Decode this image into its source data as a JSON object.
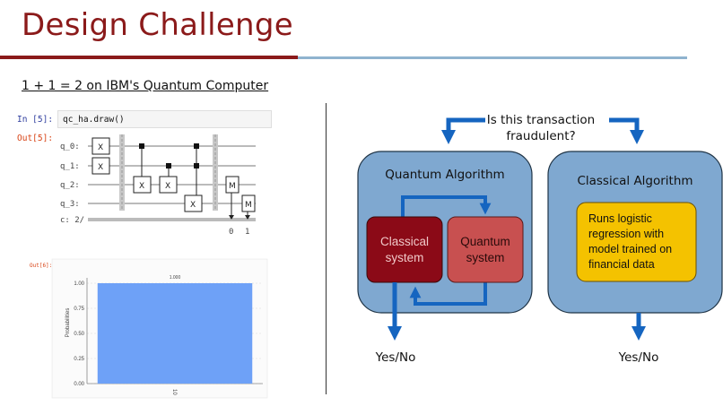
{
  "slide": {
    "title": "Design Challenge",
    "subtitle": "1 + 1 = 2 on IBM's Quantum Computer"
  },
  "notebook": {
    "in_prompt": "In [5]:",
    "code": "qc_ha.draw()",
    "out_prompt": "Out[5]:",
    "circuit": {
      "wires": [
        "q_0:",
        "q_1:",
        "q_2:",
        "q_3:",
        "c: 2/"
      ],
      "gate_x": "X",
      "gate_measure": "M",
      "classical_bits": [
        "0",
        "1"
      ]
    },
    "out6_prompt": "Out[6]:"
  },
  "chart_data": {
    "type": "bar",
    "categories": [
      "10"
    ],
    "values": [
      1.0
    ],
    "data_labels": [
      "1.000"
    ],
    "ylabel": "Probabilities",
    "ylim": [
      0,
      1.0
    ],
    "yticks": [
      "0.00",
      "0.25",
      "0.50",
      "0.75",
      "1.00"
    ],
    "bar_color": "#6ea1f7",
    "grid": true
  },
  "diagram": {
    "question_line1": "Is this transaction",
    "question_line2": "fraudulent?",
    "quantum_algorithm": "Quantum Algorithm",
    "classical_algorithm": "Classical Algorithm",
    "classical_system_line1": "Classical",
    "classical_system_line2": "system",
    "quantum_system_line1": "Quantum",
    "quantum_system_line2": "system",
    "runs_lines": [
      "Runs logistic",
      "regression with",
      "model trained on",
      "financial data"
    ],
    "yes_no_left": "Yes/No",
    "yes_no_right": "Yes/No",
    "colors": {
      "panel": "#7fa8d0",
      "panel_border": "#1f3446",
      "arrow": "#1565c0",
      "classical_box": "#8b0a17",
      "quantum_box": "#c85050",
      "yellow_box": "#f4c200"
    }
  }
}
